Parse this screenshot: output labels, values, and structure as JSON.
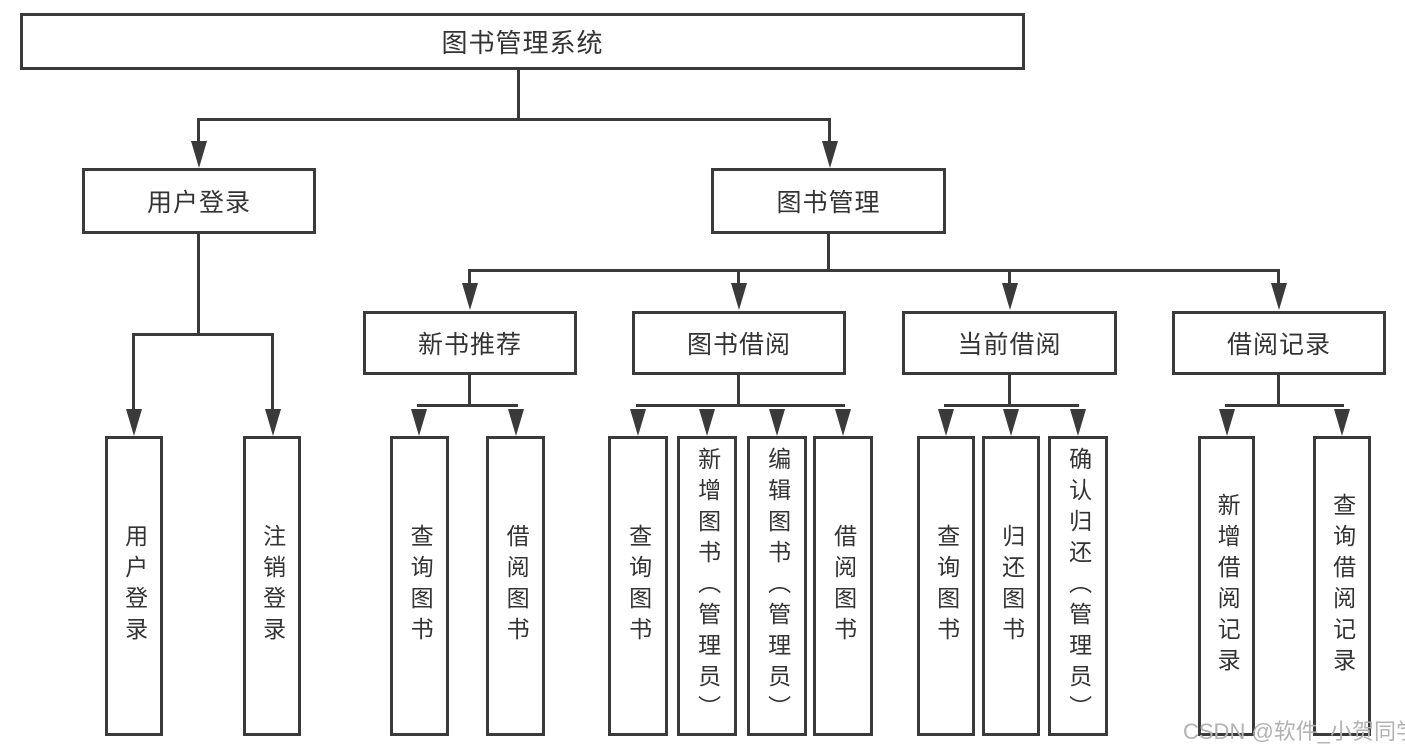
{
  "tree": {
    "root": "图书管理系统",
    "branches": [
      {
        "label": "用户登录",
        "children": [
          "用户登录",
          "注销登录"
        ]
      },
      {
        "label": "图书管理",
        "children": [
          {
            "label": "新书推荐",
            "children": [
              "查询图书",
              "借阅图书"
            ]
          },
          {
            "label": "图书借阅",
            "children": [
              "查询图书",
              "新增图书（管理员）",
              "编辑图书（管理员）",
              "借阅图书"
            ]
          },
          {
            "label": "当前借阅",
            "children": [
              "查询图书",
              "归还图书",
              "确认归还（管理员）"
            ]
          },
          {
            "label": "借阅记录",
            "children": [
              "新增借阅记录",
              "查询借阅记录"
            ]
          }
        ]
      }
    ]
  },
  "watermark": "CSDN @软件_小贺同学",
  "colors": {
    "line": "#3a3a3a",
    "text": "#333333",
    "background": "#ffffff",
    "watermark": "#b2b2b2"
  }
}
